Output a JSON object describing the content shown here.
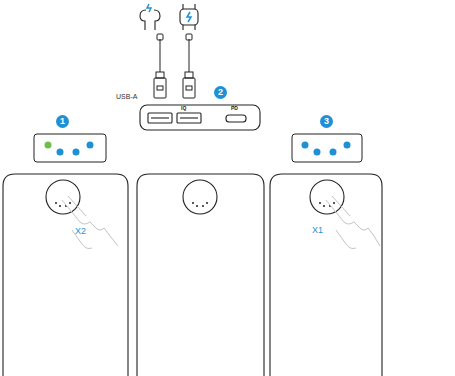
{
  "diagram": {
    "labels": [
      "1",
      "2",
      "3",
      "X2",
      "X1",
      "USB-A",
      "IQ",
      "PD"
    ]
  }
}
